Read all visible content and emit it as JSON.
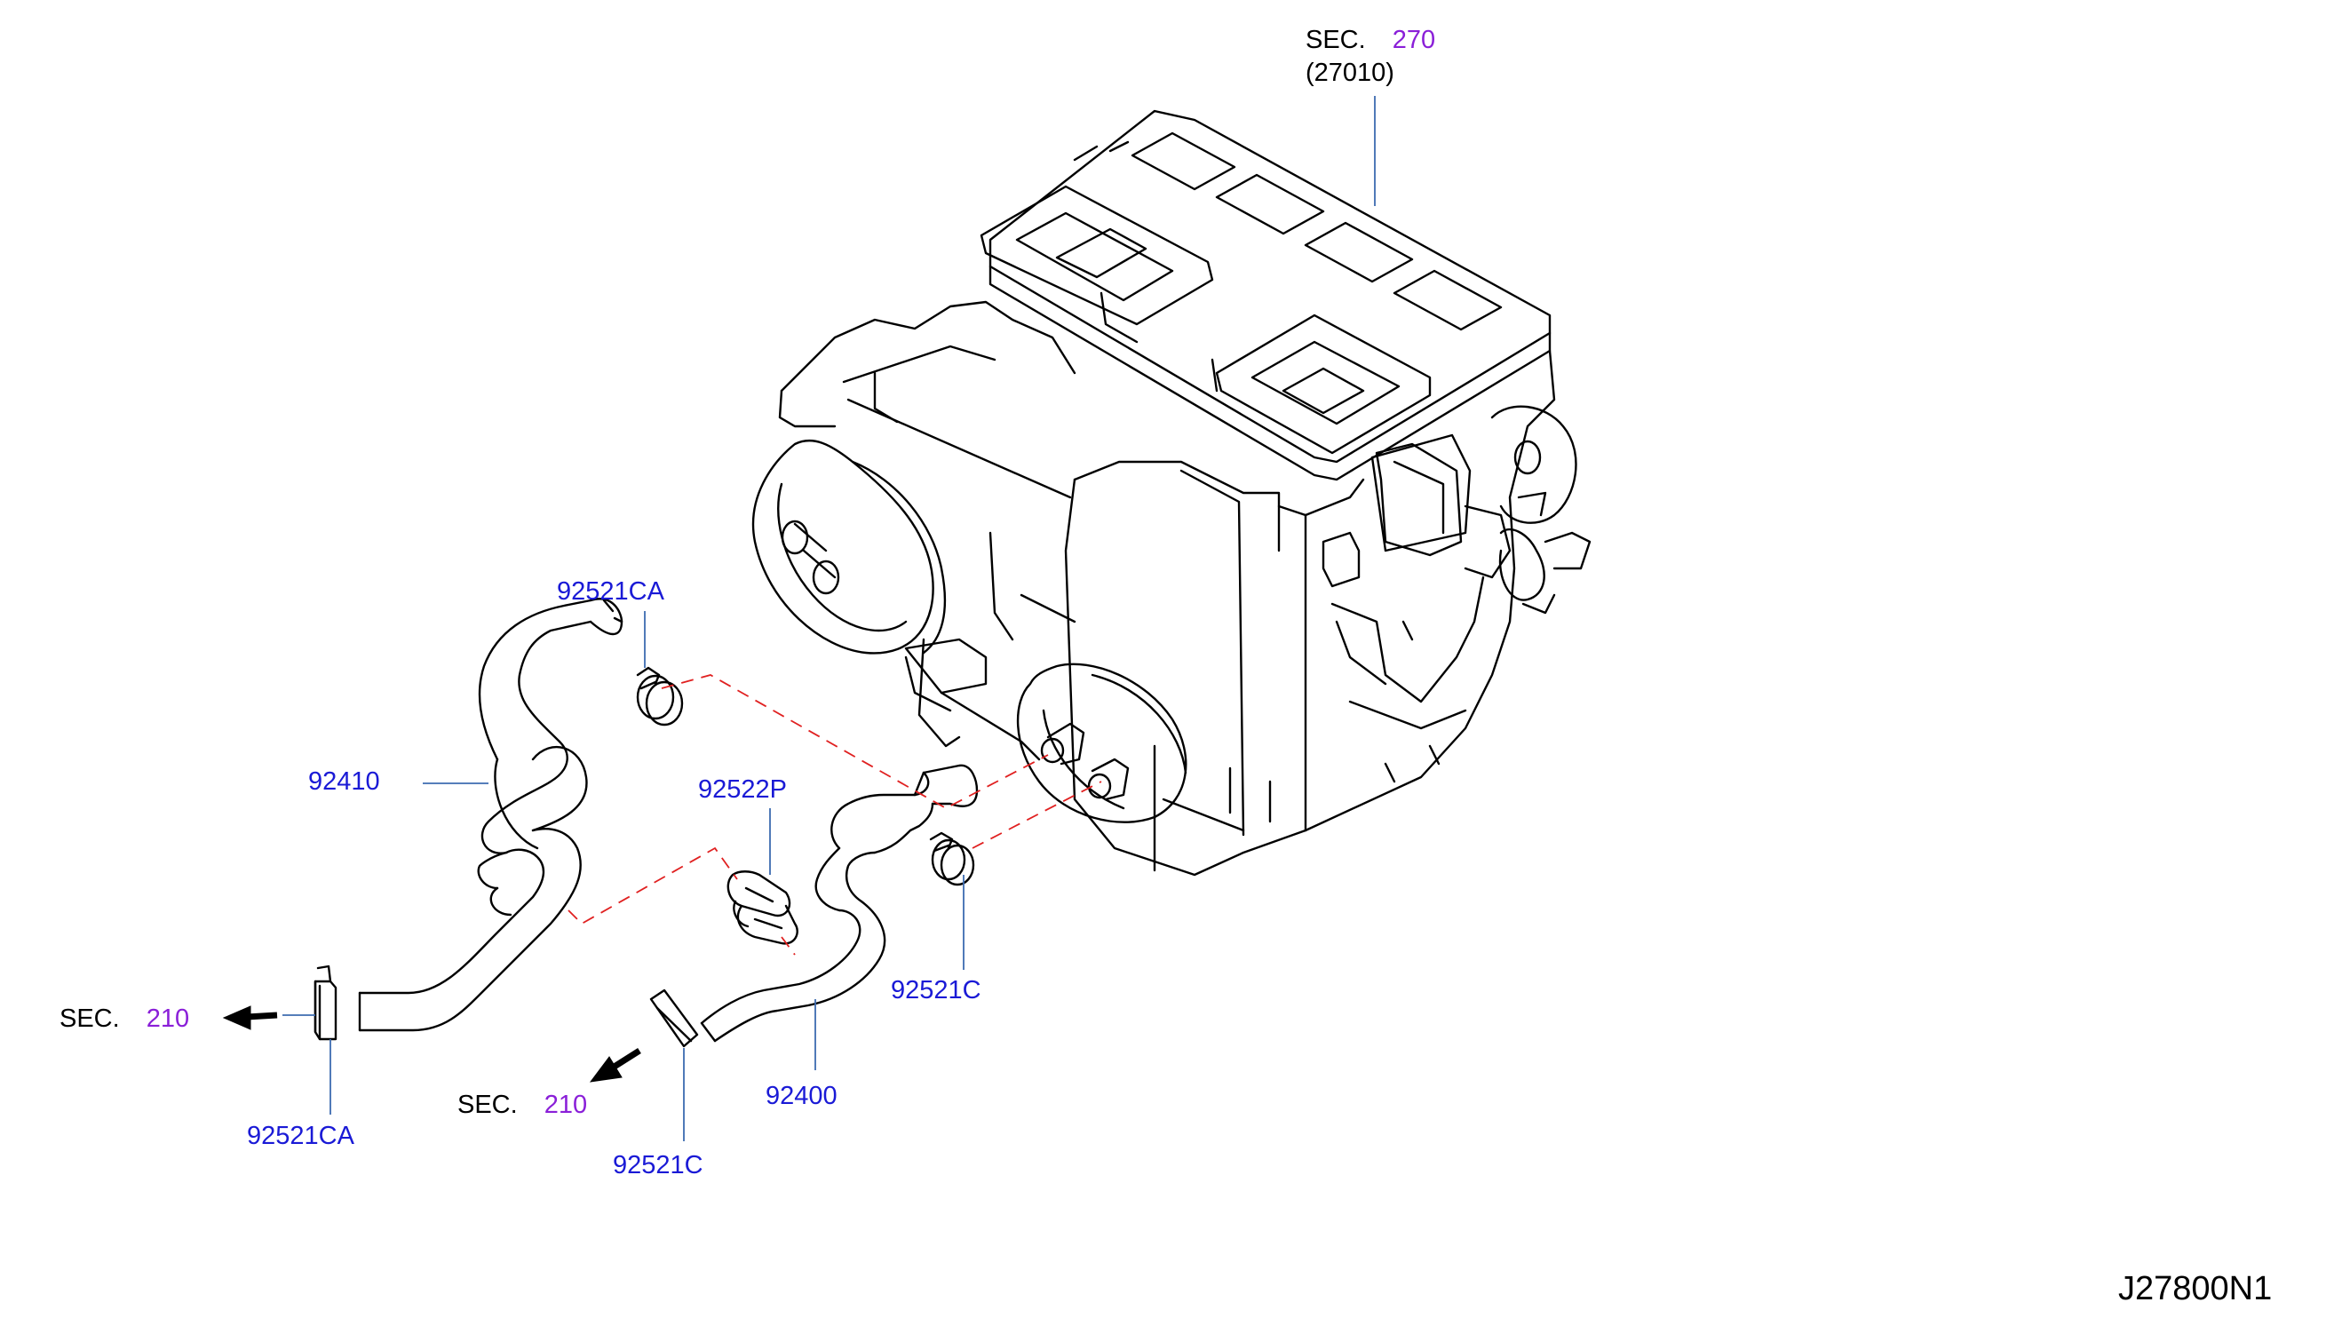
{
  "diagram_code": "J27800N1",
  "sec_word": "SEC.",
  "sections": {
    "top": {
      "number": "270",
      "sub": "(27010)"
    },
    "left": {
      "number": "210"
    },
    "bottom": {
      "number": "210"
    }
  },
  "parts": {
    "clamp_top": "92521CA",
    "hose_upper": "92410",
    "clip": "92522P",
    "clamp_right": "92521C",
    "hose_lower": "92400",
    "clamp_left_bottom": "92521CA",
    "clamp_mid_bottom": "92521C"
  },
  "colors": {
    "part_label": "#1a1ad6",
    "section_number": "#8a1fd8",
    "leader_line": "#3d6bb0",
    "dashed_line": "#e02020",
    "drawing": "#000000"
  }
}
